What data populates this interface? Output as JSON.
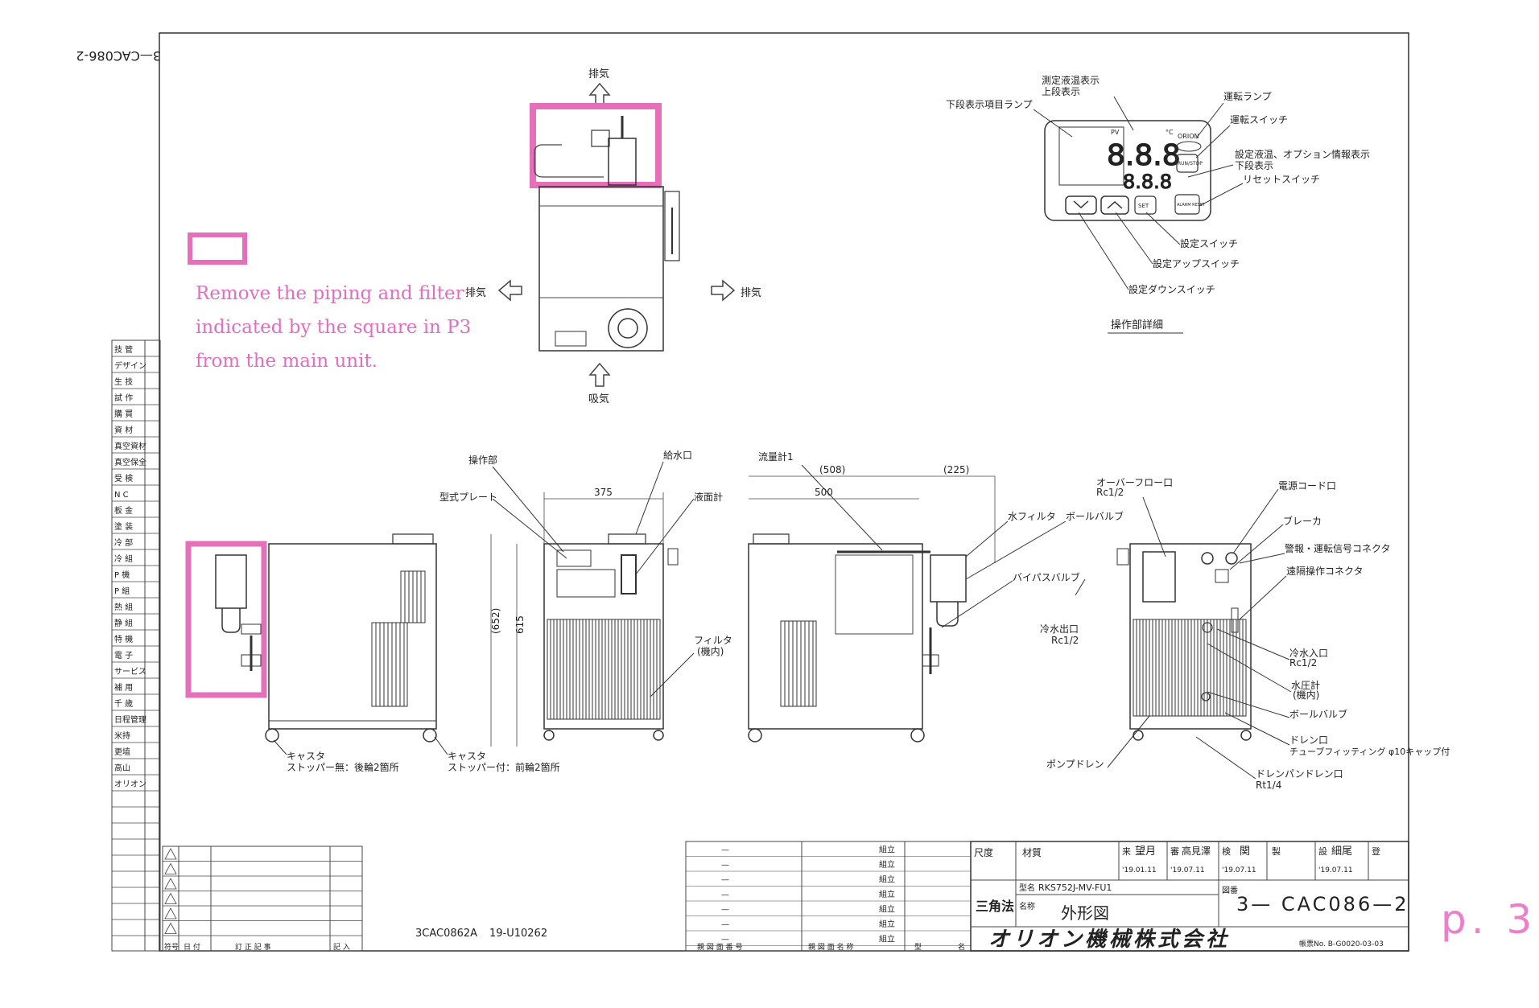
{
  "document": {
    "drawing_number_rotated": "3—CAC086-2",
    "page_label": "p. 3",
    "note_text": "Remove the piping and filter indicated by the square in P3 from the main unit.",
    "top_view": {
      "exhaust_top": "排気",
      "exhaust_left": "排気",
      "exhaust_right": "排気",
      "intake": "吸気"
    },
    "panel_detail": {
      "title": "操作部詳細",
      "measured_temp_display": "測定液温表示",
      "upper_display": "上段表示",
      "lower_item_lamp": "下段表示項目ランプ",
      "run_lamp": "運転ランプ",
      "run_switch": "運転スイッチ",
      "set_temp_option": "設定液温、オプション情報表示",
      "lower_display": "下段表示",
      "reset_switch": "リセットスイッチ",
      "set_switch": "設定スイッチ",
      "set_up_switch": "設定アップスイッチ",
      "set_down_switch": "設定ダウンスイッチ",
      "pv_label": "PV",
      "deg_label": "°C",
      "brand_label": "ORION",
      "run_stop_label": "RUN/STOP",
      "set_label": "SET",
      "alarm_reset_label": "ALARM RESET",
      "display_upper": "8.8.8",
      "display_lower": "8.8.8"
    },
    "side_view": {
      "control_panel": "操作部",
      "water_inlet": "給水口",
      "model_plate": "型式プレート",
      "level_gauge": "液面計",
      "filter_inside": "フィルタ",
      "filter_inside2": "(機内)",
      "caster_rear": "キャスタ",
      "caster_rear2": "ストッパー無：後輪2箇所",
      "caster_front": "キャスタ",
      "caster_front2": "ストッパー付：前輪2箇所",
      "dim_375": "375",
      "dim_652": "(652)",
      "dim_615": "615"
    },
    "right_view": {
      "flowmeter": "流量計1",
      "dim_508": "(508)",
      "dim_500": "500",
      "dim_225": "(225)",
      "water_filter": "水フィルタ",
      "ball_valve": "ボールバルブ",
      "bypass_valve": "バイパスバルブ",
      "cold_water_outlet": "冷水出口",
      "cold_water_outlet_rc": "Rc1/2"
    },
    "back_view": {
      "overflow": "オーバーフロー口",
      "overflow_rc": "Rc1/2",
      "power_cord": "電源コード口",
      "breaker": "ブレーカ",
      "alarm_connector": "警報・運転信号コネクタ",
      "remote_connector": "遠隔操作コネクタ",
      "cold_water_inlet": "冷水入口",
      "cold_water_inlet_rc": "Rc1/2",
      "pressure_gauge": "水圧計",
      "pressure_gauge2": "(機内)",
      "ball_valve": "ボールバルブ",
      "drain": "ドレン口",
      "drain_note": "チューブフィッティング φ10キャップ付",
      "pump_drain": "ポンプドレン",
      "drain_pan": "ドレンパンドレン口",
      "drain_pan_rt": "Rt1/4"
    },
    "left_column": [
      "技 管",
      "デザイン",
      "生 技",
      "試 作",
      "購 買",
      "資 材",
      "真空資材",
      "真空保全",
      "受 検",
      "N C",
      "板 金",
      "塗 装",
      "冷 部",
      "冷 組",
      "P 機",
      "P 組",
      "熱 組",
      "静 組",
      "特 機",
      "電 子",
      "サービス",
      "補 用",
      "千 歳",
      "日程管理",
      "米持",
      "更埴",
      "高山",
      "オリオン"
    ],
    "revision_block": {
      "headers": [
        "符号",
        "日 付",
        "訂 正 記 事",
        "記 入"
      ],
      "ref_number": "3CAC0862A",
      "ref_code": "19-U10262"
    },
    "parts_block": {
      "rows": [
        "組立",
        "組立",
        "組立",
        "組立",
        "組立",
        "組立",
        "組立"
      ],
      "dash": "—",
      "footer": [
        "親 図 面 番 号",
        "親 図 面 名 称",
        "型",
        "名"
      ]
    },
    "title_block": {
      "scale_label": "尺度",
      "material_label": "材質",
      "projection": "三角法",
      "model_label": "型名",
      "model": "RKS752J-MV-FU1",
      "name_label": "名称",
      "name": "外形図",
      "designer_label": "来",
      "designer": "望月",
      "checker_label": "審",
      "checker": "高見澤",
      "inspect_label": "検",
      "inspector": "関",
      "make_label": "製",
      "approve_label": "設",
      "approver": "細尾",
      "reg_label": "登",
      "date1": "'19.01.11",
      "date2": "'19.07.11",
      "date3": "'19.07.11",
      "date4": "'19.07.11",
      "figure_label": "図番",
      "figure_number": "3— CAC086—2",
      "company": "オリオン機械株式会社",
      "form_no": "帳票No. B-G0020-03-03"
    }
  }
}
